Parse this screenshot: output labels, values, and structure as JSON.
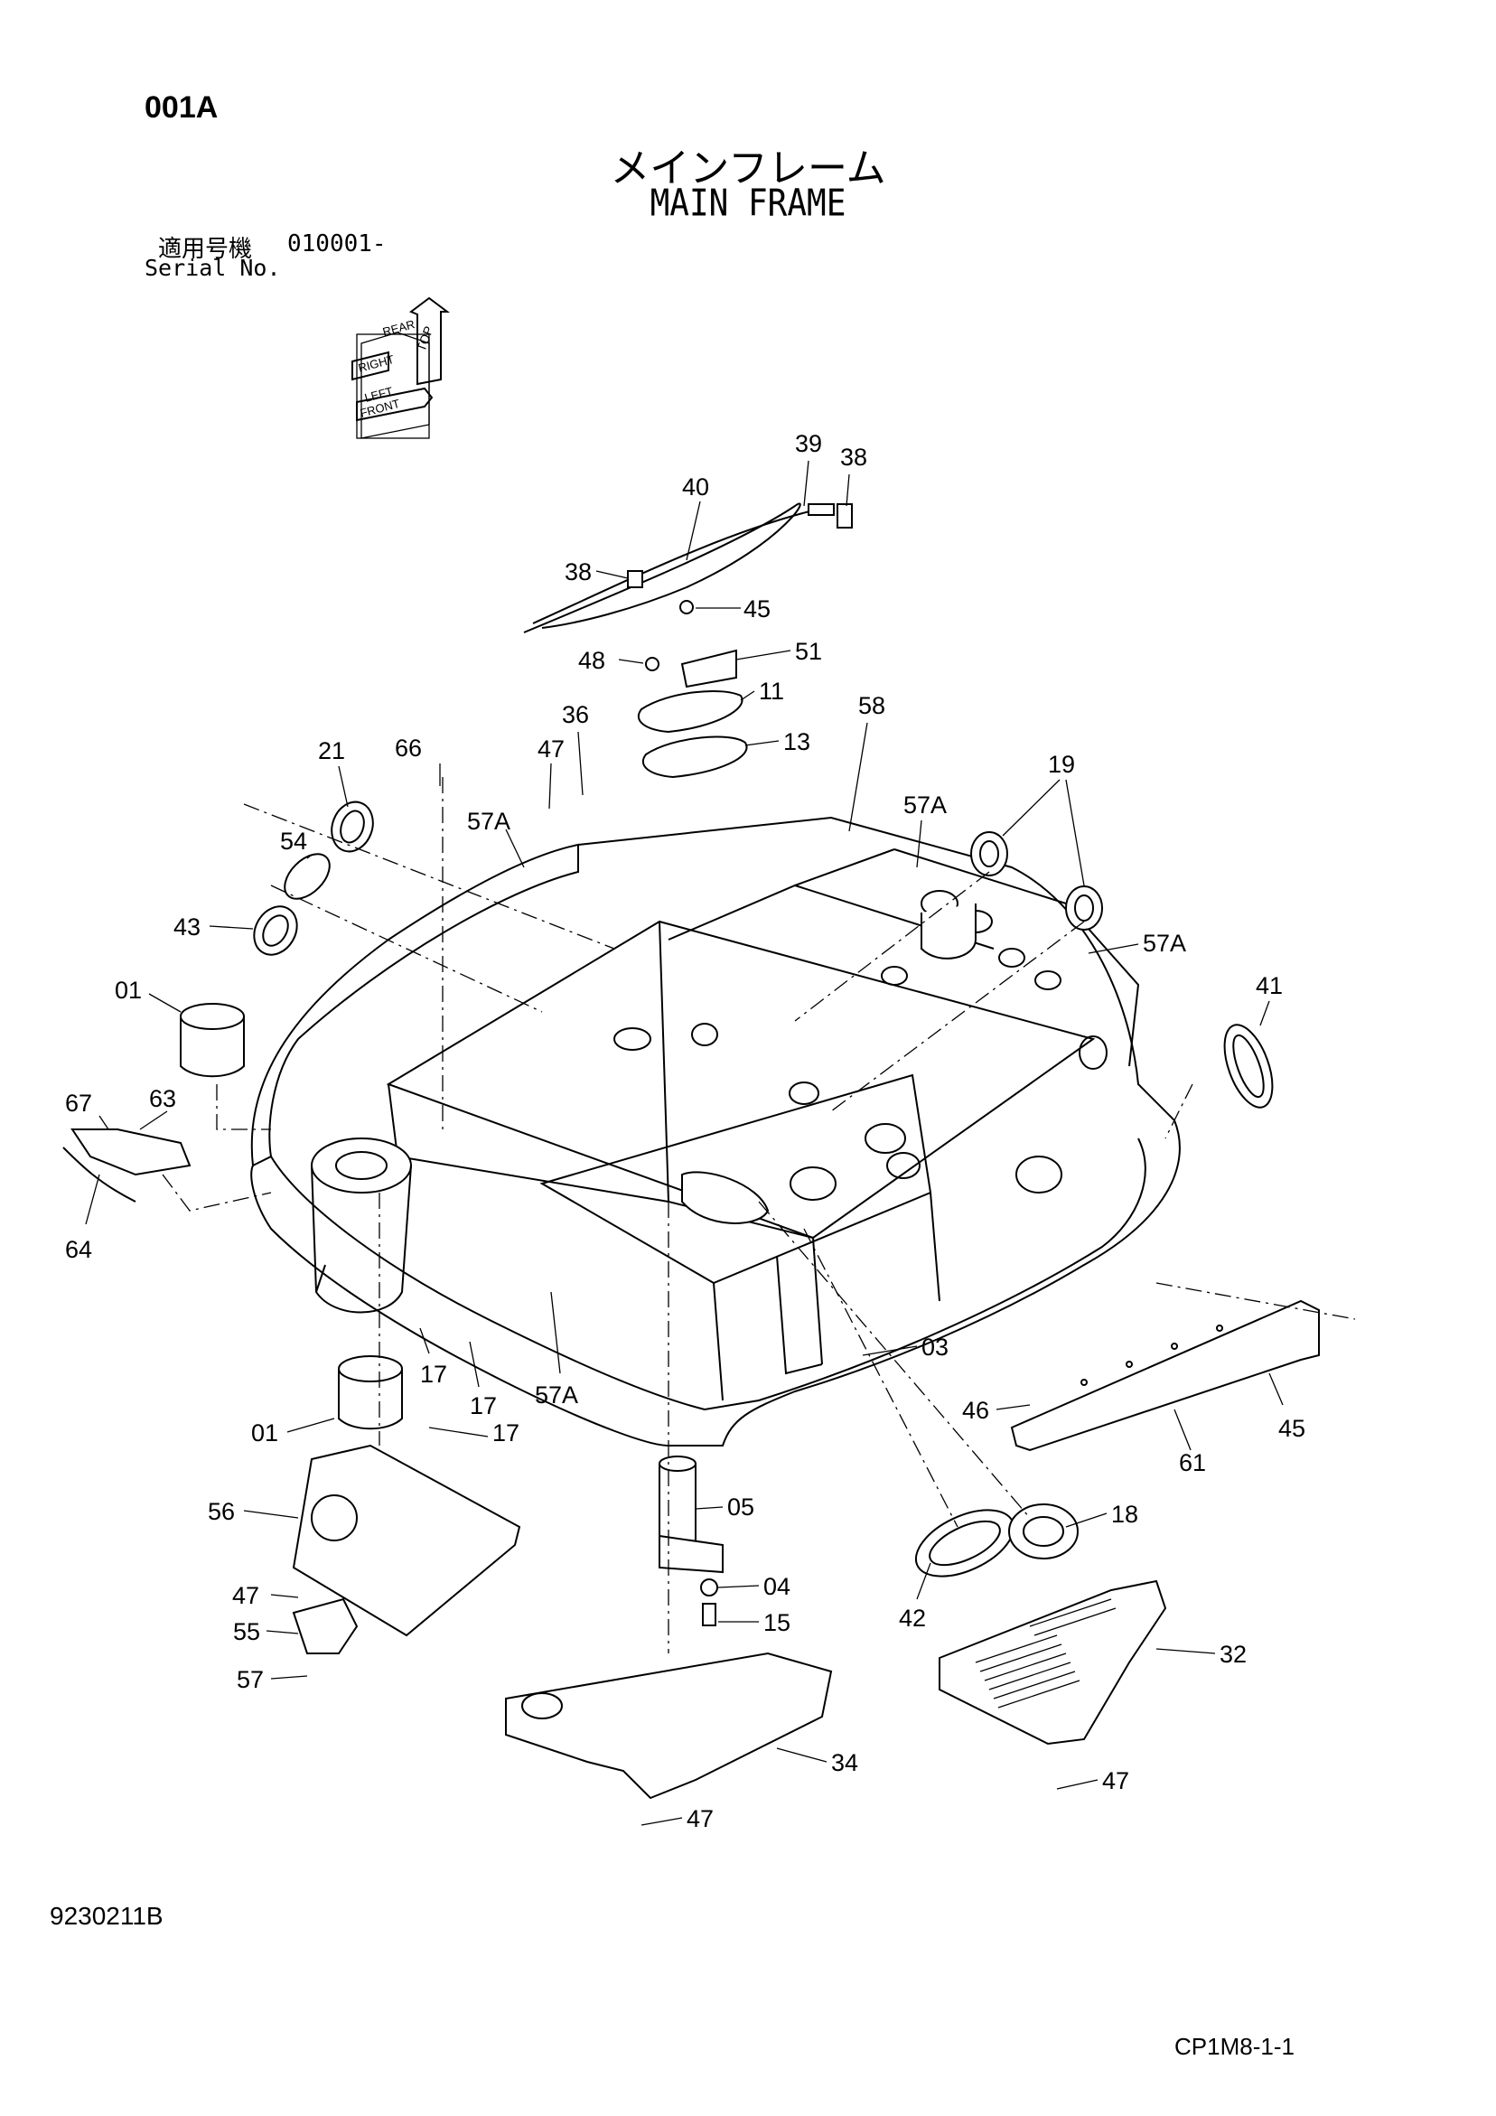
{
  "page_id": "001A",
  "title_jp": "メインフレーム",
  "title_en": "MAIN FRAME",
  "serial": {
    "label_jp": "適用号機",
    "value": "010001-",
    "label_en": "Serial No."
  },
  "orientation_icon": {
    "labels": [
      "TOP",
      "REAR",
      "RIGHT",
      "LEFT",
      "FRONT"
    ]
  },
  "callouts": [
    "39",
    "38",
    "40",
    "38",
    "45",
    "48",
    "51",
    "11",
    "13",
    "36",
    "58",
    "21",
    "66",
    "47",
    "57A",
    "19",
    "57A",
    "54",
    "43",
    "57A",
    "41",
    "01",
    "67",
    "63",
    "64",
    "03",
    "17",
    "17",
    "57A",
    "17",
    "01",
    "46",
    "45",
    "61",
    "05",
    "18",
    "56",
    "04",
    "47",
    "15",
    "42",
    "55",
    "32",
    "57",
    "34",
    "47",
    "47"
  ],
  "drawing_number": "9230211B",
  "page_code": "CP1M8-1-1"
}
